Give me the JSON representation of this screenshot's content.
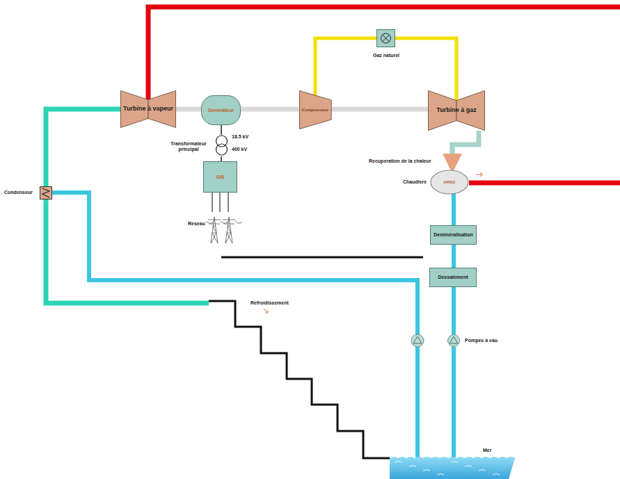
{
  "diagram": {
    "nodes": [
      {
        "text": [
          "Turbine à vapeur"
        ]
      },
      {
        "text": [
          "Generateur"
        ]
      },
      {
        "text": [
          "Compresseur"
        ]
      },
      {
        "text": [
          "Turbine à gaz"
        ]
      },
      {
        "text": [
          "Gaz naturel"
        ]
      },
      {
        "text": [
          "18.5 kV",
          "400 kV",
          "Transformateur principal"
        ]
      },
      {
        "text": [
          "GIS"
        ]
      },
      {
        "text": [
          "Chaudiere",
          "HRSG"
        ]
      },
      {
        "text": [
          "Deminéralisation"
        ]
      },
      {
        "text": [
          "Dessalement"
        ]
      },
      {
        "text": [
          "Pompes à eau"
        ]
      },
      {
        "text": [
          "Condenseur"
        ]
      },
      {
        "text": [
          "Mer"
        ]
      }
    ],
    "edges": [
      {
        "from": 0,
        "to": 1,
        "arrow": "none"
      },
      {
        "from": 1,
        "to": 2,
        "arrow": "none"
      },
      {
        "from": 2,
        "to": 3,
        "arrow": "none"
      },
      {
        "from": 2,
        "to": 4,
        "arrow": "none"
      },
      {
        "from": 4,
        "to": 3,
        "arrow": "none"
      },
      {
        "from": 1,
        "to": 5,
        "arrow": "none"
      },
      {
        "from": 5,
        "to": 6,
        "arrow": "none"
      },
      {
        "from": 3,
        "to": 7,
        "arrow": "to"
      },
      {
        "from": 0,
        "to": 11,
        "arrow": "none"
      },
      {
        "from": 11,
        "to": 12,
        "arrow": "none"
      },
      {
        "from": 11,
        "to": 12,
        "arrow": "none"
      },
      {
        "from": 12,
        "to": 10,
        "arrow": "none"
      },
      {
        "from": 10,
        "to": 9,
        "arrow": "none"
      },
      {
        "from": 9,
        "to": 8,
        "arrow": "none"
      },
      {
        "from": 8,
        "to": 7,
        "arrow": "none"
      }
    ],
    "labels": [
      "Recuperation de la chaleur",
      "Reseau",
      "Refroidissement"
    ]
  }
}
